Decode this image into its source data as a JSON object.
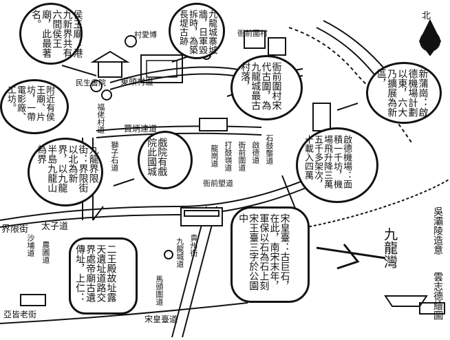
{
  "credits": {
    "author": "吳灞陵造意",
    "artist": "雲志德繪圖"
  },
  "compass": {
    "north": "北"
  },
  "bubbles": {
    "hau_wong": [
      "侯王廟：",
      "港九新界共有",
      "六間侯王廟，",
      "此最著名。"
    ],
    "walled_city": [
      "九龍城寨城",
      "牆，日軍毀",
      "拆時，為築",
      "長堤古跡"
    ],
    "old_village": [
      "衙前圍村",
      "宋代古圍，為",
      "九龍城最古",
      "村落，"
    ],
    "san_po_kong": [
      "新蒲崗：",
      "啟德機場",
      "計劃以東，",
      "六大乃",
      "擴展為新",
      "區，"
    ],
    "hau_wong_area": [
      "附近有侯王廟、",
      "片坊，",
      "一帶",
      "電影廠、",
      "工坊。"
    ],
    "theatre": [
      "戲院",
      "有戲院",
      "此國",
      "城"
    ],
    "boundary": [
      "九龍界限街：",
      "界限街以北",
      "為新界，以",
      "九龍半島",
      "九龍山為界"
    ],
    "kai_tak": [
      "啟德機場：",
      "面積一千坊，",
      "機場飛升降",
      "三萬五千",
      "多架次，",
      "十載入",
      "四萬"
    ],
    "sung_wong": [
      "宋皇臺：",
      "古巨石，",
      "在此，",
      "南宋末",
      "年，軍保",
      "以石為",
      "石上刻",
      "宋王臺",
      "三字",
      "於公園中"
    ],
    "temple_ruins": [
      "二王殿故址",
      "露天遺址",
      "道路交界處",
      "帝廟古遺",
      "傳址，",
      "上仁："
    ]
  },
  "streets": {
    "boundary_street": "界限街",
    "prince_edward": "太子道",
    "tung_tau": "東頭村道",
    "lung_kong": "龍崗道",
    "tak_ku_ling": "打鼓嶺道",
    "nga_tsin_wai": "衙前圍道",
    "kai_tak_road": "啟德道",
    "carpenter": "賈炳達道",
    "sung_wong_toi": "宋皇臺道",
    "lion_rock": "獅子石道",
    "fuk_lo_tsun": "福佬村道",
    "shek_ku_lung": "石鼓壟道",
    "nga_tsin_long": "衙前塱道",
    "kowloon_city_road": "九龍城道",
    "kwei_chow": "貴州街",
    "farm_road": "農圃道",
    "sa_po": "沙埔道",
    "ma_tau_wai": "馬頭圍道",
    "argyle": "亞皆老街"
  },
  "places": {
    "village_a": "村愛博",
    "village_front": "衙前圍村",
    "min_sheng": "民生書院",
    "bay": "九龍灣"
  }
}
